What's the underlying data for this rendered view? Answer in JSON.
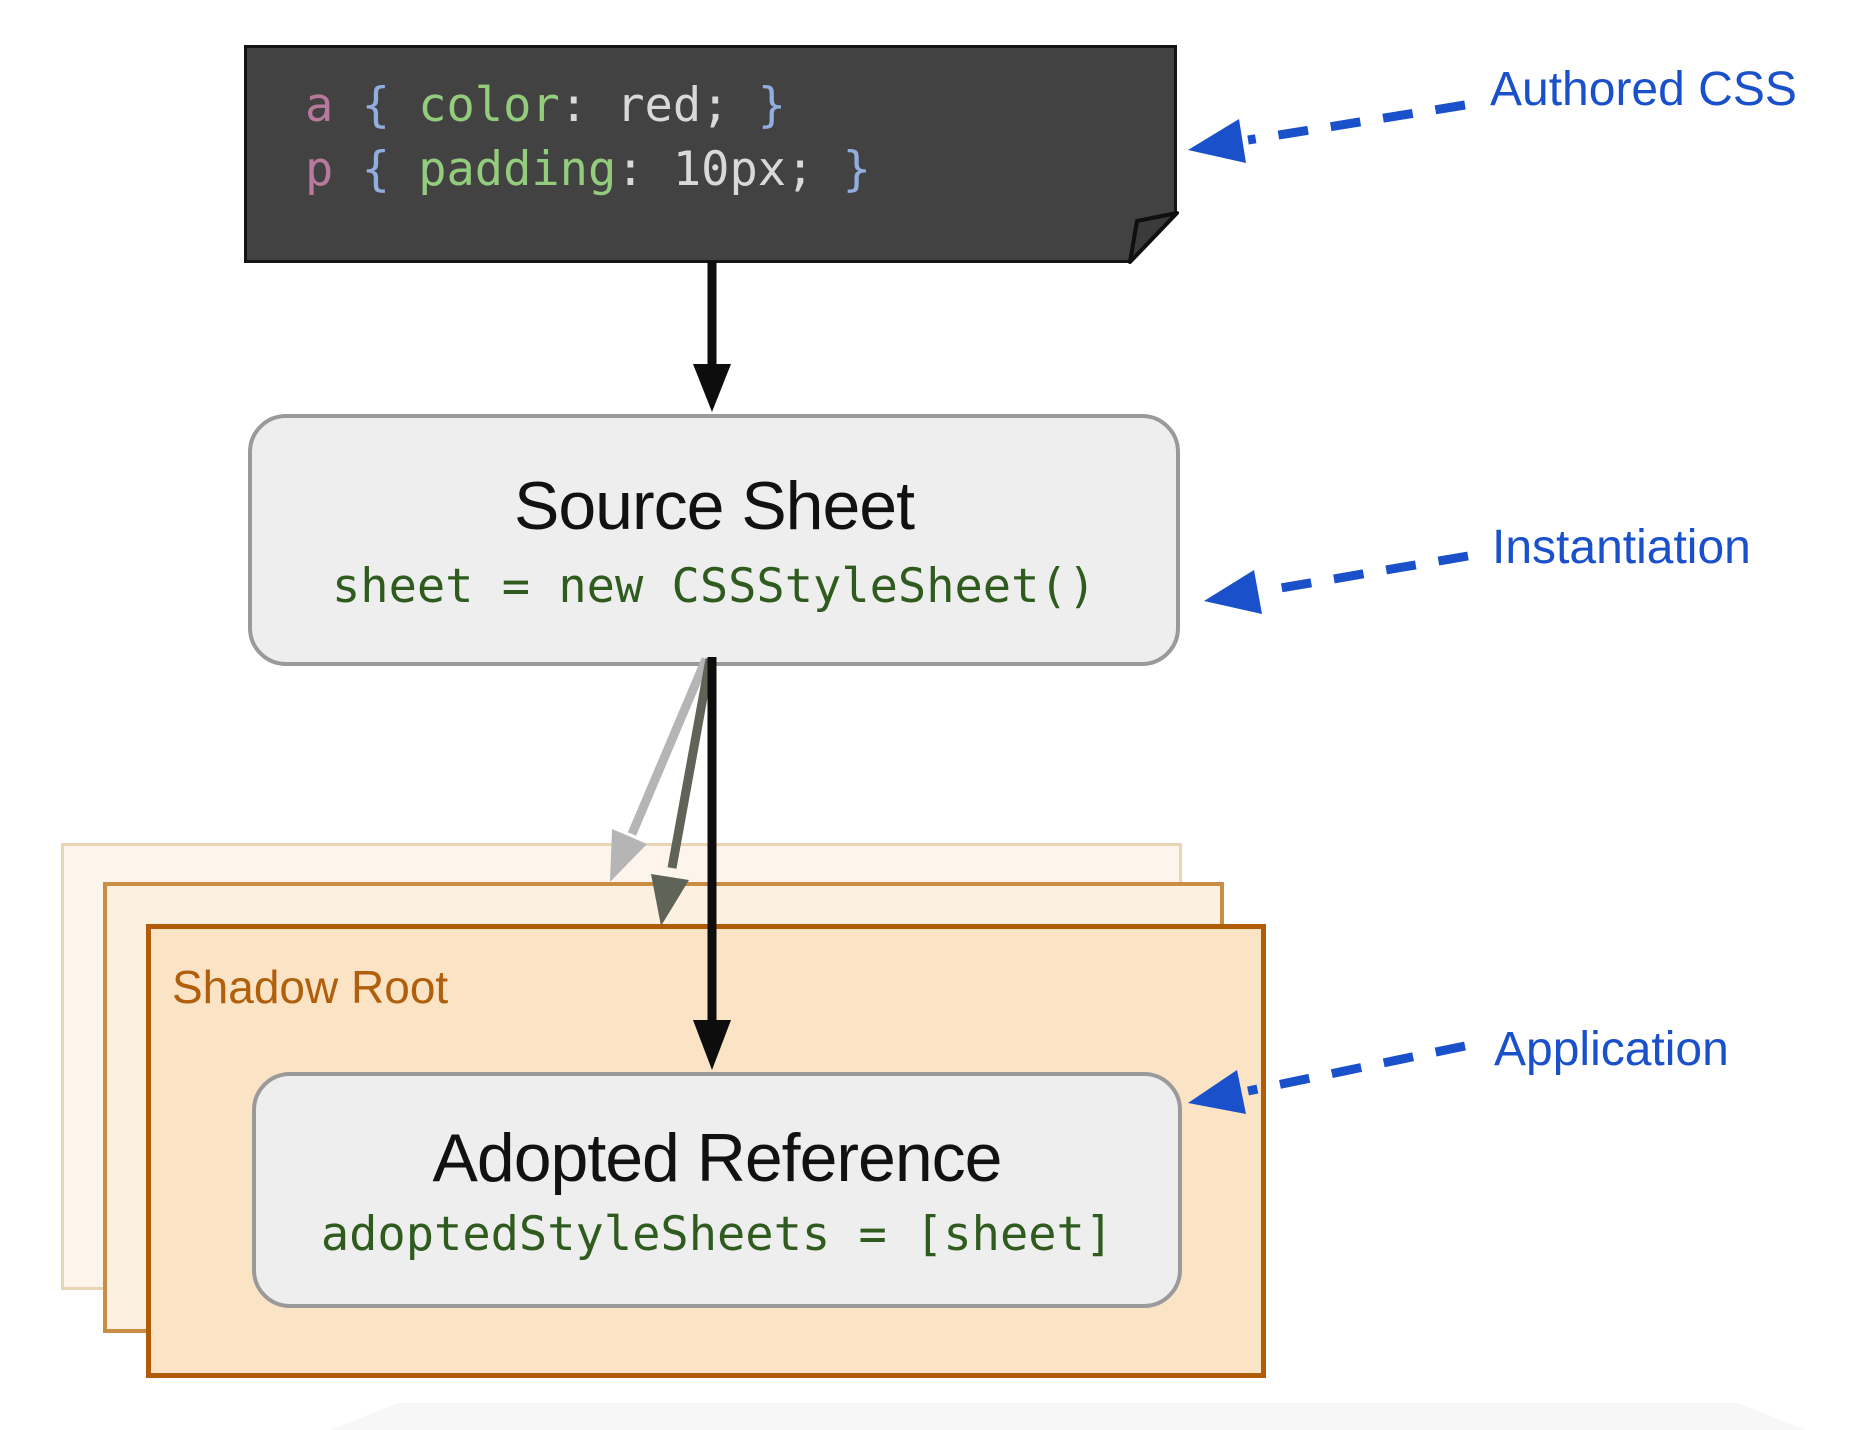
{
  "authored_code": {
    "lines": [
      {
        "selector": "a",
        "open": " { ",
        "property": "color",
        "rest": ": red; ",
        "close": "}"
      },
      {
        "selector": "p",
        "open": " { ",
        "property": "padding",
        "rest": ": 10px; ",
        "close": "}"
      }
    ]
  },
  "source_sheet": {
    "title": "Source Sheet",
    "code": "sheet = new CSSStyleSheet()"
  },
  "shadow_root": {
    "label": "Shadow Root"
  },
  "adopted_reference": {
    "title": "Adopted Reference",
    "code": "adoptedStyleSheets = [sheet]"
  },
  "annotations": {
    "authored": {
      "label": "Authored CSS"
    },
    "instantiation": {
      "label": "Instantiation"
    },
    "application": {
      "label": "Application"
    }
  },
  "colors": {
    "annotation_blue": "#1a51cb",
    "code_block_bg": "#424242",
    "code_selector_pink": "#b87a9c",
    "code_brace_blue": "#92aede",
    "code_property_green": "#93cc7d",
    "code_value_gray": "#d9d9d9",
    "box_code_green": "#2f5c1e",
    "box_fill_gray": "#eeeeee",
    "box_border_gray": "#9a9a9a",
    "shadow_front_fill": "#fbe3c6",
    "shadow_front_border": "#b05c08",
    "shadow_mid_border": "#c98d44",
    "shadow_back_border": "#e8d5b4",
    "shadow_root_text_orange": "#b0600d",
    "arrow_black": "#0d0d0d",
    "arrow_gray_light": "#b5b5b5",
    "arrow_gray_dark": "#5f6358"
  }
}
